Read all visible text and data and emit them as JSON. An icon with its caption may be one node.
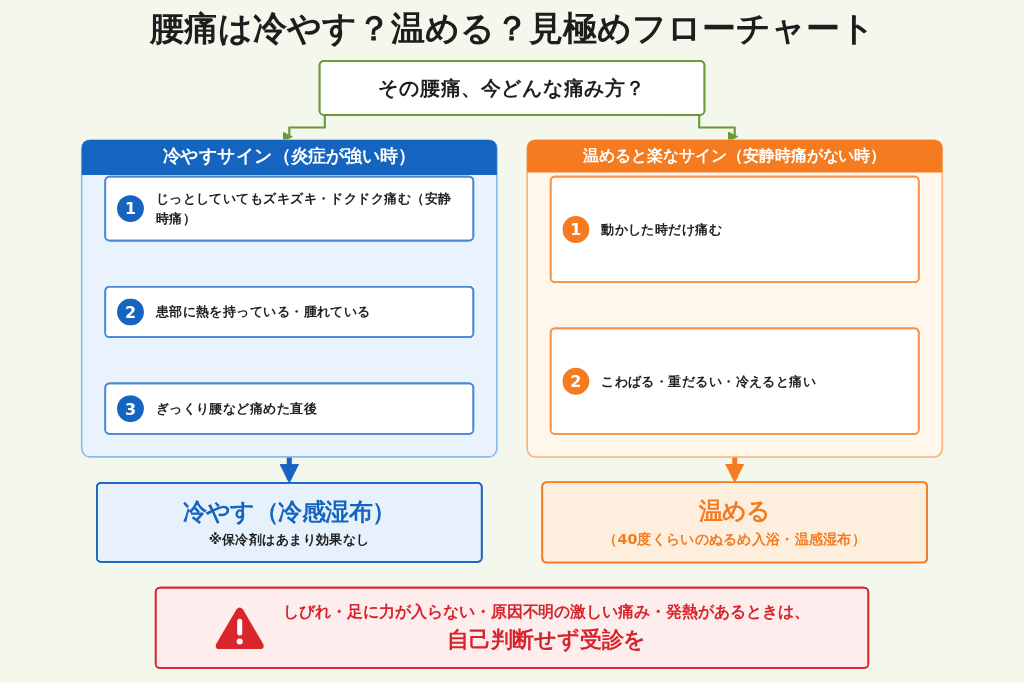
{
  "diagram": {
    "title": "腰痛は冷やす？温める？見極めフローチャート",
    "nodes": [
      {
        "text": [
          "その腰痛、今どんな痛み方？"
        ]
      },
      {
        "text": [
          "冷やすサイン（炎症が強い時）"
        ]
      },
      {
        "text": [
          "1",
          "じっとしていてもズキズキ・ドクドク痛む（安静時痛）"
        ],
        "in": 1
      },
      {
        "text": [
          "2",
          "患部に熱を持っている・腫れている"
        ],
        "in": 1
      },
      {
        "text": [
          "3",
          "ぎっくり腰など痛めた直後"
        ],
        "in": 1
      },
      {
        "text": [
          "温めると楽なサイン（安静時痛がない時）"
        ]
      },
      {
        "text": [
          "1",
          "動かした時だけ痛む"
        ],
        "in": 5
      },
      {
        "text": [
          "2",
          "こわばる・重だるい・冷えると痛い"
        ],
        "in": 5
      },
      {
        "text": [
          "冷やす（冷感湿布）",
          "※保冷剤はあまり効果なし"
        ]
      },
      {
        "text": [
          "温める",
          "（40度くらいのぬるめ入浴・温感湿布）"
        ]
      },
      {
        "text": [
          "しびれ・足に力が入らない・原因不明の激しい痛み・発熱があるときは、",
          "自己判断せず受診を"
        ]
      }
    ],
    "edges": [
      {
        "from": 0,
        "to": 1,
        "arrow": "to"
      },
      {
        "from": 0,
        "to": 5,
        "arrow": "to"
      },
      {
        "from": 1,
        "to": 8,
        "arrow": "to",
        "style": "thick",
        "color": "#1565c0"
      },
      {
        "from": 5,
        "to": 9,
        "arrow": "to",
        "style": "thick",
        "color": "#f47b20"
      }
    ]
  }
}
